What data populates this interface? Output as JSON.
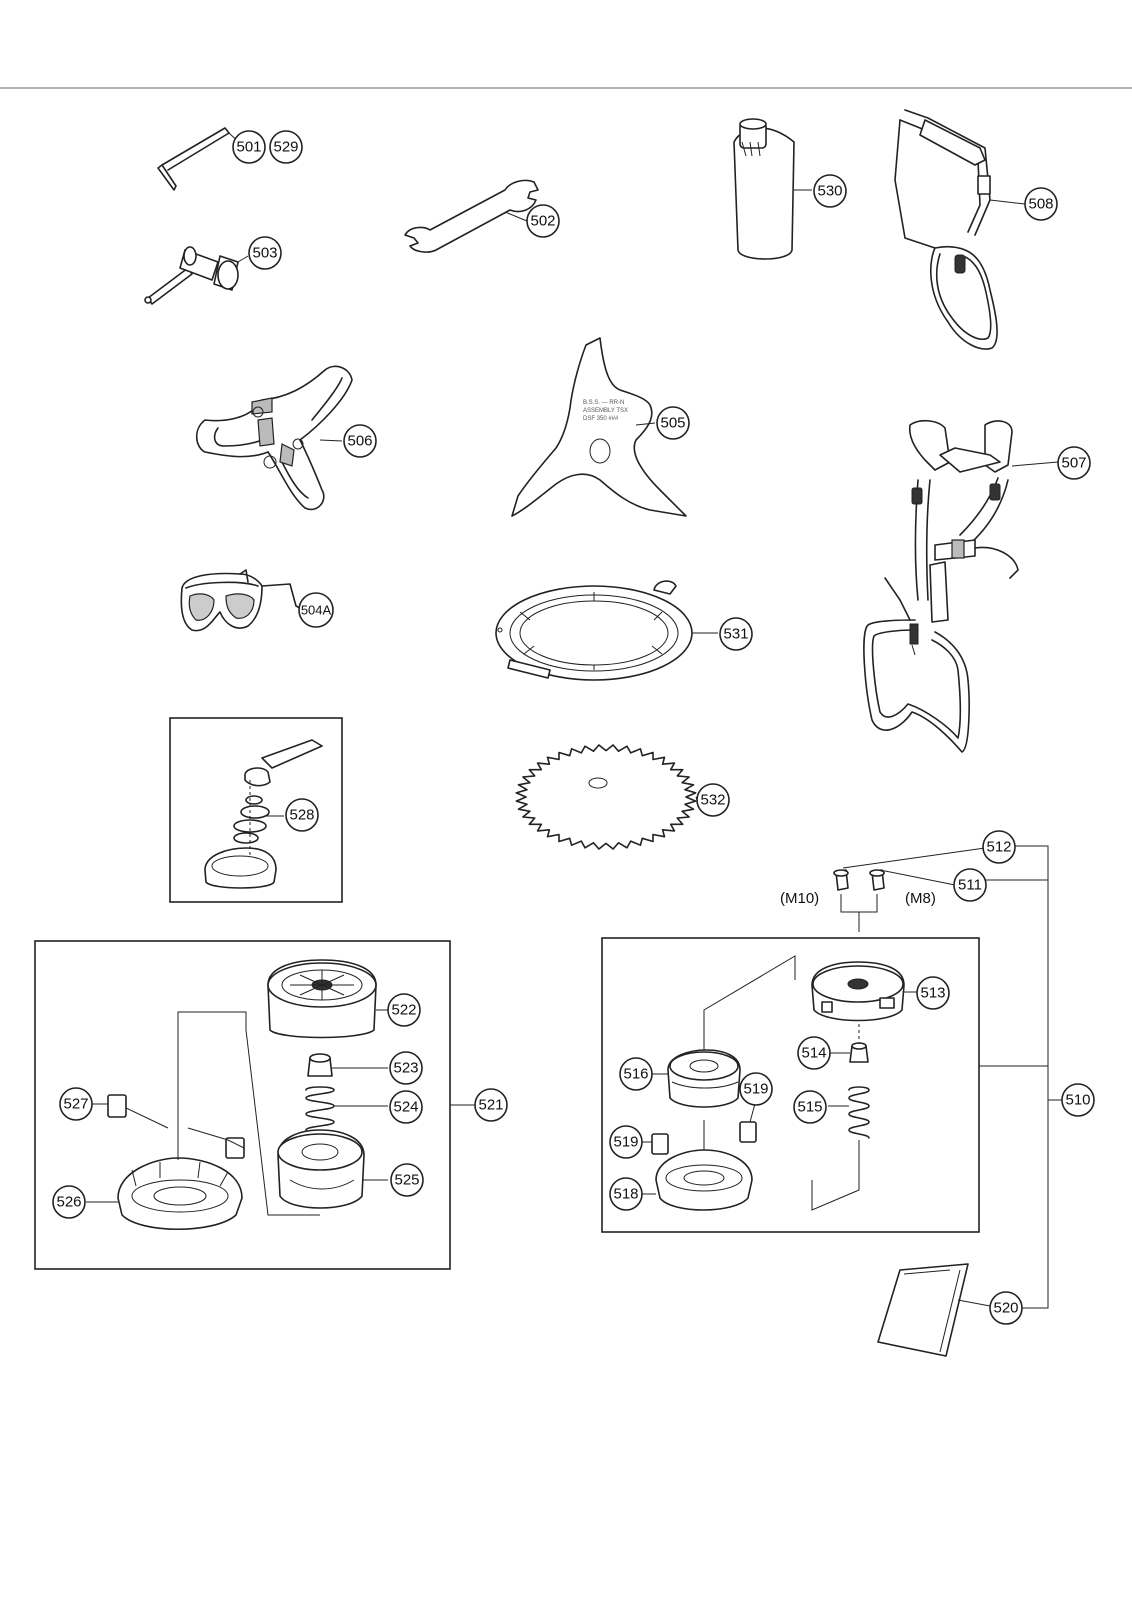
{
  "labels": {
    "p501": "501",
    "p529": "529",
    "p503": "503",
    "p502": "502",
    "p530": "530",
    "p508": "508",
    "p506": "506",
    "p505": "505",
    "p507": "507",
    "p504A": "504A",
    "p531": "531",
    "p528": "528",
    "p532": "532",
    "p512": "512",
    "p511": "511",
    "p510": "510",
    "p513": "513",
    "p514": "514",
    "p515": "515",
    "p516": "516",
    "p519a": "519",
    "p519b": "519",
    "p518": "518",
    "p520": "520",
    "p521": "521",
    "p522": "522",
    "p523": "523",
    "p524": "524",
    "p525": "525",
    "p526": "526",
    "p527": "527"
  },
  "notes": {
    "m10": "(M10)",
    "m8": "(M8)"
  }
}
